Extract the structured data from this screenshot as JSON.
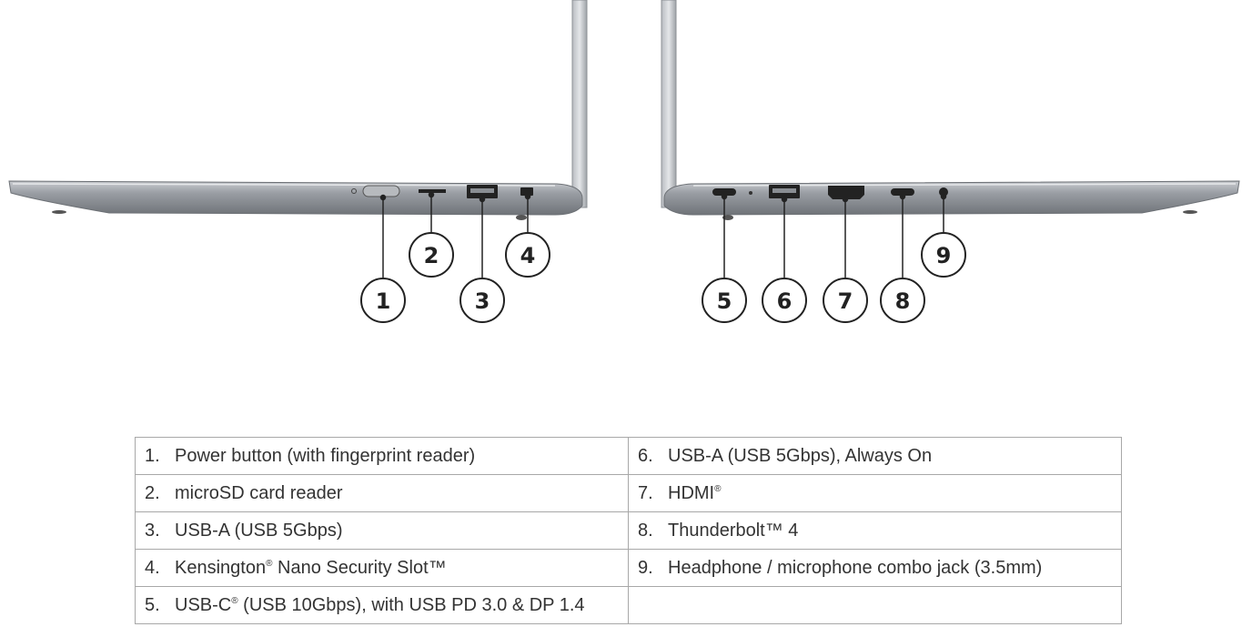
{
  "callouts": [
    "1",
    "2",
    "3",
    "4",
    "5",
    "6",
    "7",
    "8",
    "9"
  ],
  "specs": {
    "rows": [
      {
        "left": {
          "num": "1.",
          "text": "Power button (with fingerprint reader)",
          "sup": "",
          "after": ""
        },
        "right": {
          "num": "6.",
          "text": "USB-A (USB 5Gbps), Always On",
          "sup": "",
          "after": ""
        }
      },
      {
        "left": {
          "num": "2.",
          "text": "microSD card reader",
          "sup": "",
          "after": ""
        },
        "right": {
          "num": "7.",
          "text": "HDMI",
          "sup": "®",
          "after": ""
        }
      },
      {
        "left": {
          "num": "3.",
          "text": "USB-A (USB 5Gbps)",
          "sup": "",
          "after": ""
        },
        "right": {
          "num": "8.",
          "text": "Thunderbolt™ 4",
          "sup": "",
          "after": ""
        }
      },
      {
        "left": {
          "num": "4.",
          "text": "Kensington",
          "sup": "®",
          "after": " Nano Security Slot™"
        },
        "right": {
          "num": "9.",
          "text": "Headphone / microphone combo jack (3.5mm)",
          "sup": "",
          "after": ""
        }
      },
      {
        "left": {
          "num": "5.",
          "text": "USB-C",
          "sup": "®",
          "after": " (USB 10Gbps), with USB PD 3.0 & DP 1.4"
        },
        "right": {
          "num": "",
          "text": "",
          "sup": "",
          "after": ""
        }
      }
    ]
  }
}
